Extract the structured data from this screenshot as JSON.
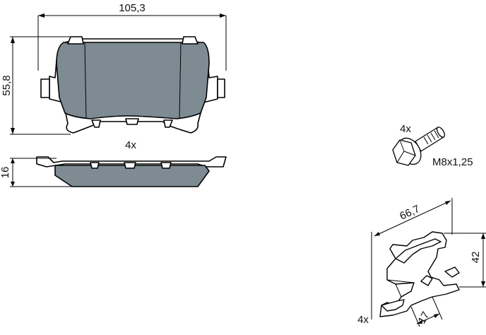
{
  "labels": {
    "pad_width": "105,3",
    "pad_height": "55,8",
    "pad_thickness": "16",
    "pad_quantity": "4x",
    "bolt_quantity": "4x",
    "bolt_thread": "M8x1,25",
    "spring_length": "66,7",
    "spring_height": "42",
    "spring_width": "17",
    "spring_quantity": "4x"
  },
  "colors": {
    "friction_material": "#7f8b93",
    "line": "#000000",
    "background": "#ffffff"
  }
}
